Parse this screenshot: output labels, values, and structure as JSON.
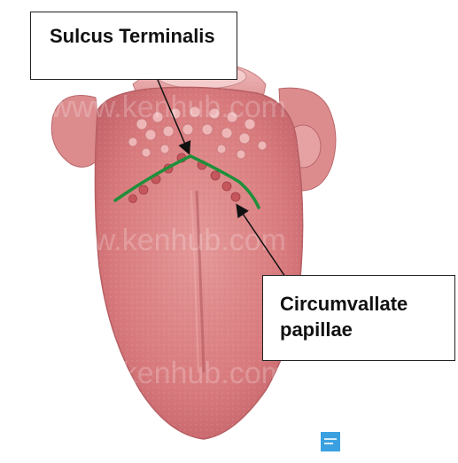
{
  "labels": {
    "sulcus_terminalis": "Sulcus Terminalis",
    "circumvallate_line1": "Circumvallate",
    "circumvallate_line2": "papillae"
  },
  "colors": {
    "tongue": "#d97a7c",
    "tongue_light": "#e8a3a3",
    "tongue_dark": "#b9585c",
    "sulcus_line": "#1f8f3a",
    "arrow": "#111111",
    "badge": "#3aa0e0"
  },
  "icons": {
    "badge": "kenhub-badge-icon"
  }
}
